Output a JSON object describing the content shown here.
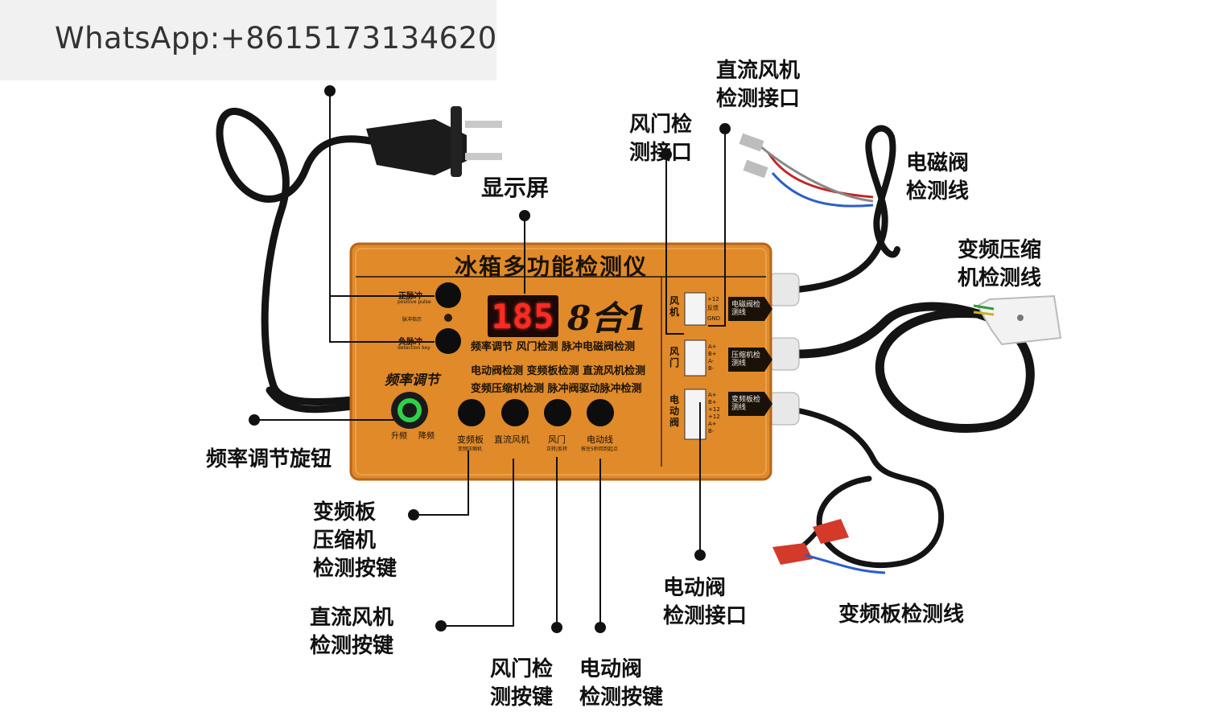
{
  "watermark": "WhatsApp:+8615173134620",
  "device": {
    "title": "冰箱多功能检测仪",
    "display_value": "185",
    "badge": "8合1",
    "pulse_buttons": {
      "positive_cn": "正脉冲",
      "positive_en": "positive pulse",
      "indicator": "脉冲指示",
      "negative_cn": "负脉冲",
      "negative_en": "detection key"
    },
    "function_lines": [
      "频率调节  风门检测  脉冲电磁阀检测",
      "电动阀检测  变频板检测 直流风机检测",
      "变频压缩机检测      脉冲阀驱动脉冲检测"
    ],
    "knob": {
      "label": "频率调节",
      "up": "升频",
      "down": "降频"
    },
    "buttons": [
      {
        "label": "变频板",
        "sub": "变频压缩机"
      },
      {
        "label": "直流风机",
        "sub": ""
      },
      {
        "label": "风门",
        "sub": "正转/反转"
      },
      {
        "label": "电动线",
        "sub": "按住5秒回到起点"
      }
    ],
    "ports": [
      {
        "label": "风机",
        "pins": [
          "+12",
          "反馈",
          "GND"
        ]
      },
      {
        "label": "风门",
        "pins": [
          "A+",
          "B+",
          "A-",
          "B-"
        ]
      },
      {
        "label": "电动阀",
        "pins": [
          "A+",
          "B+",
          "+12",
          "+12",
          "A+",
          "B-"
        ]
      }
    ],
    "cable_tags": [
      "电磁阀检测线",
      "压缩机检测线",
      "变频板检测线"
    ]
  },
  "callouts": {
    "display": "显示屏",
    "damper_port": [
      "风门检",
      "测接口"
    ],
    "dc_fan_port": [
      "直流风机",
      "检测接口"
    ],
    "solenoid_line": [
      "电磁阀",
      "检测线"
    ],
    "compressor_line": [
      "变频压缩",
      "机检测线"
    ],
    "knob": "频率调节旋钮",
    "inverter_key": [
      "变频板",
      "压缩机",
      "检测按键"
    ],
    "dc_fan_key": [
      "直流风机",
      "检测按键"
    ],
    "damper_key": [
      "风门检",
      "测按键"
    ],
    "valve_key": [
      "电动阀",
      "检测按键"
    ],
    "valve_port": [
      "电动阀",
      "检测接口"
    ],
    "board_line": "变频板检测线"
  },
  "colors": {
    "panel": "#e08a2a",
    "panel_dark": "#b8651a",
    "button": "#0d0d0d",
    "knob_cap": "#2fd04a",
    "segment": "#ff2a22",
    "cable": "#111111",
    "plug_ferrule": "#d33a2a"
  }
}
